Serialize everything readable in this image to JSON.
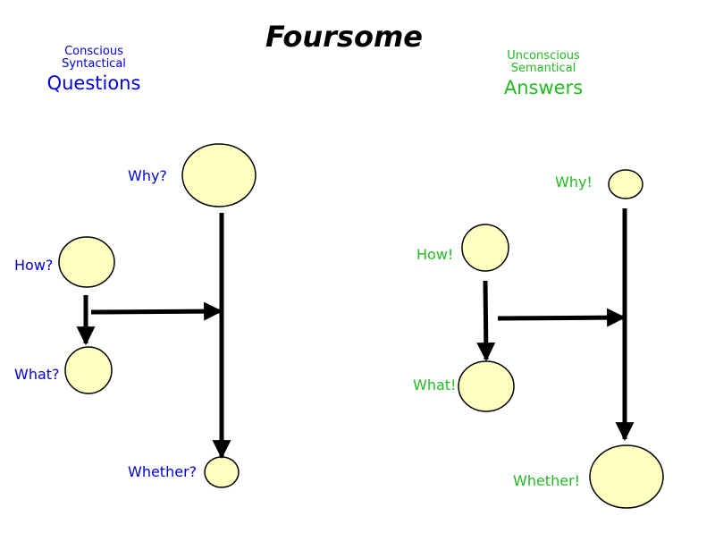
{
  "title": "Foursome",
  "colors": {
    "questions": "#0000dd",
    "answers": "#22bb22",
    "node_fill": "#ffffc0",
    "node_stroke": "#000000",
    "arrow": "#000000"
  },
  "questions": {
    "line1": "Conscious",
    "line2": "Syntactical",
    "heading": "Questions",
    "nodes": {
      "why": "Why?",
      "how": "How?",
      "what": "What?",
      "whether": "Whether?"
    }
  },
  "answers": {
    "line1": "Unconscious",
    "line2": "Semantical",
    "heading": "Answers",
    "nodes": {
      "why": "Why!",
      "how": "How!",
      "what": "What!",
      "whether": "Whether!"
    }
  }
}
